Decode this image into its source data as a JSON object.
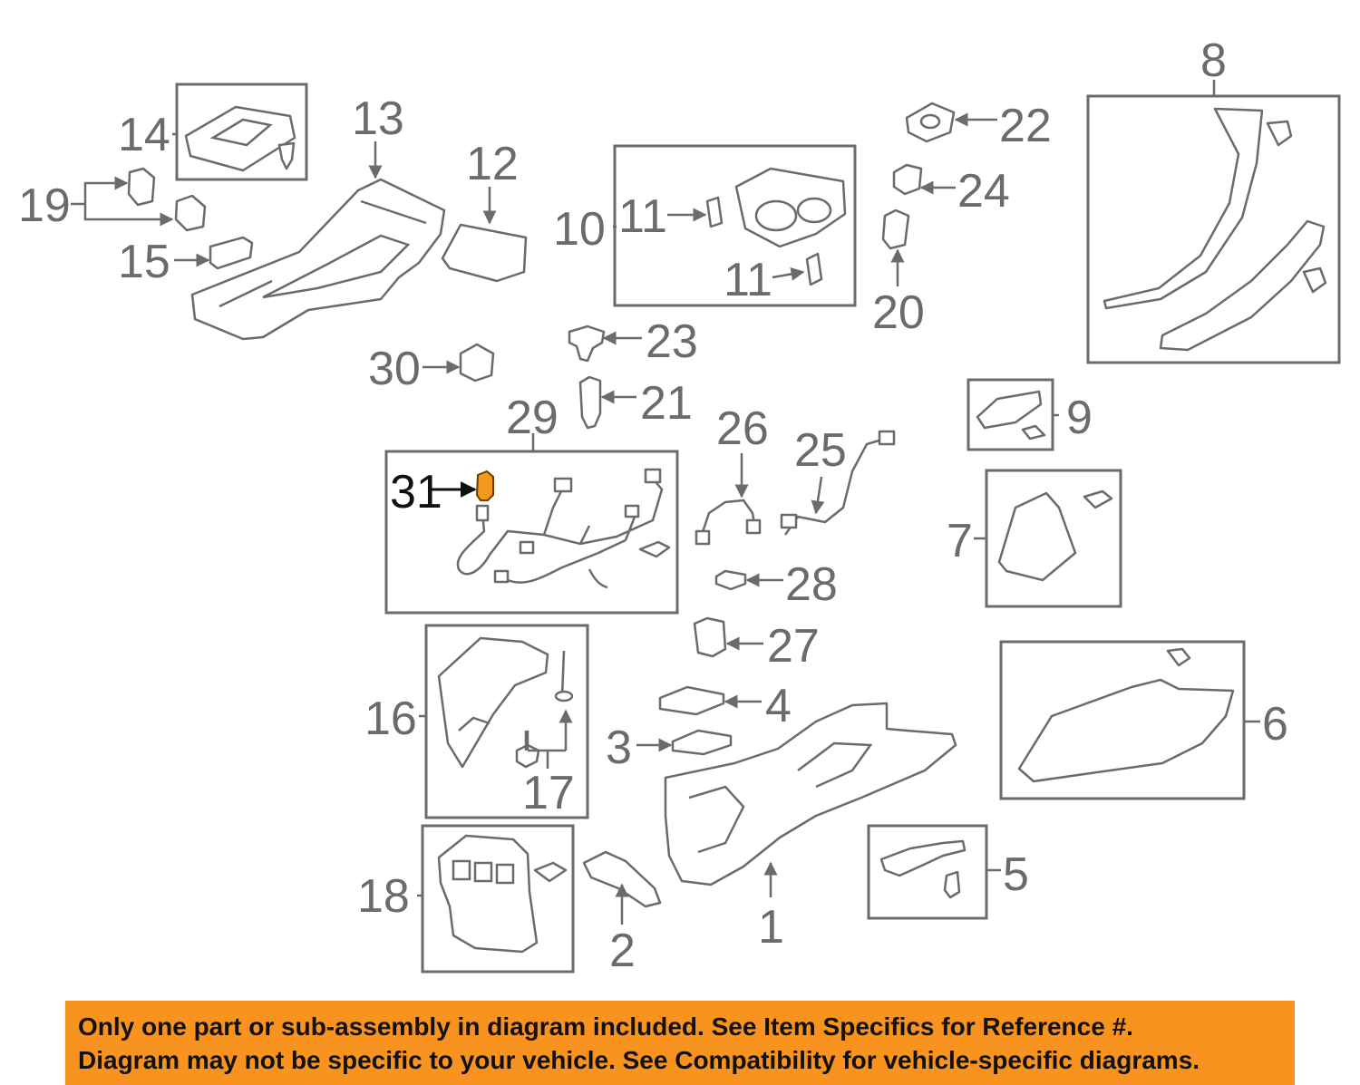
{
  "callouts": {
    "c1": "1",
    "c2": "2",
    "c3": "3",
    "c4": "4",
    "c5": "5",
    "c6": "6",
    "c7": "7",
    "c8": "8",
    "c9": "9",
    "c10": "10",
    "c11a": "11",
    "c11b": "11",
    "c12": "12",
    "c13": "13",
    "c14": "14",
    "c15": "15",
    "c16": "16",
    "c17": "17",
    "c18": "18",
    "c19": "19",
    "c20": "20",
    "c21": "21",
    "c22": "22",
    "c23": "23",
    "c24": "24",
    "c25": "25",
    "c26": "26",
    "c27": "27",
    "c28": "28",
    "c29": "29",
    "c30": "30",
    "c31": "31"
  },
  "highlight_color": "#f39a1e",
  "banner": {
    "line1": "Only one part or sub-assembly in diagram included. See Item Specifics for Reference #.",
    "line2": "Diagram may not be specific to your vehicle. See Compatibility for vehicle-specific diagrams.",
    "background": "#f7931e"
  }
}
